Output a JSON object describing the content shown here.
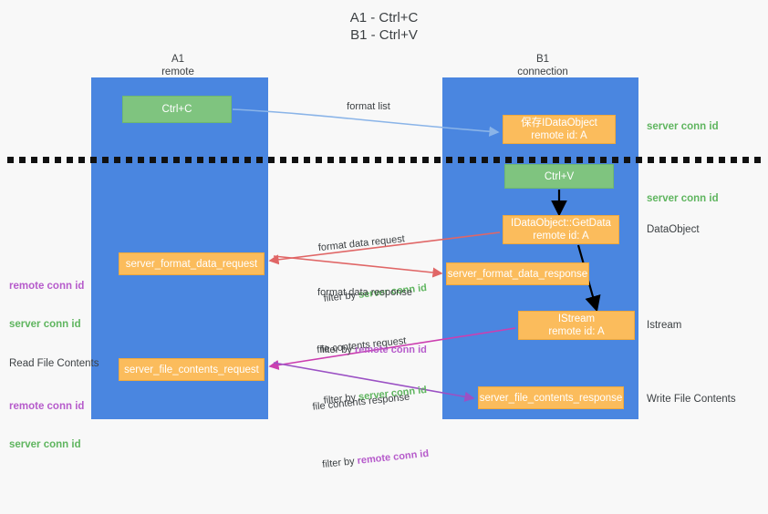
{
  "title": "A1 - Ctrl+C\nB1 - Ctrl+V",
  "columns": {
    "left": {
      "name": "A1",
      "role": "remote",
      "label": "A1\nremote"
    },
    "right": {
      "name": "B1",
      "role": "connection",
      "label": "B1\nconnection"
    }
  },
  "boxes": {
    "ctrl_c": "Ctrl+C",
    "idataobject": "保存IDataObject\nremote id: A",
    "ctrl_v": "Ctrl+V",
    "getdata": "IDataObject::GetData\nremote id: A",
    "server_format_data_request": "server_format_data_request",
    "server_format_data_response": "server_format_data_response",
    "istream": "IStream\nremote id: A",
    "server_file_contents_request": "server_file_contents_request",
    "server_file_contents_response": "server_file_contents_response"
  },
  "edge_labels": {
    "format_list": "format list",
    "format_data_request": "format data request",
    "format_data_request_filter_prefix": "filter by ",
    "format_data_request_filter_value": "server conn id",
    "format_data_response": "format data response",
    "format_data_response_filter_prefix": "filter by ",
    "format_data_response_filter_value": "remote conn id",
    "file_contents_request": "file contents request",
    "file_contents_request_filter_prefix": "filter by ",
    "file_contents_request_filter_value": "server conn id",
    "file_contents_response": "file contents response",
    "file_contents_response_filter_prefix": "filter by ",
    "file_contents_response_filter_value": "remote conn id"
  },
  "right_notes": {
    "server_conn_id_1": "server conn id",
    "server_conn_id_2": "server conn id",
    "dataobject": "DataObject",
    "istream": "Istream",
    "write_file_contents": "Write File Contents"
  },
  "left_notes": {
    "remote_conn_id_1": "remote conn id",
    "server_conn_id_1": "server conn id",
    "read_file_contents": "Read File Contents",
    "remote_conn_id_2": "remote conn id",
    "server_conn_id_2": "server conn id"
  },
  "colors": {
    "lane": "#4a86e0",
    "orange_box": "#fbbc5c",
    "green_box": "#7fc47f",
    "server_conn_id": "#5fb55f",
    "remote_conn_id": "#b65bcb",
    "arrow_blue": "#8ab4e8",
    "arrow_red": "#e06666",
    "arrow_magenta": "#cc3fb0",
    "arrow_purple": "#9b51c4",
    "arrow_black": "#000000",
    "background": "#f8f8f8"
  }
}
